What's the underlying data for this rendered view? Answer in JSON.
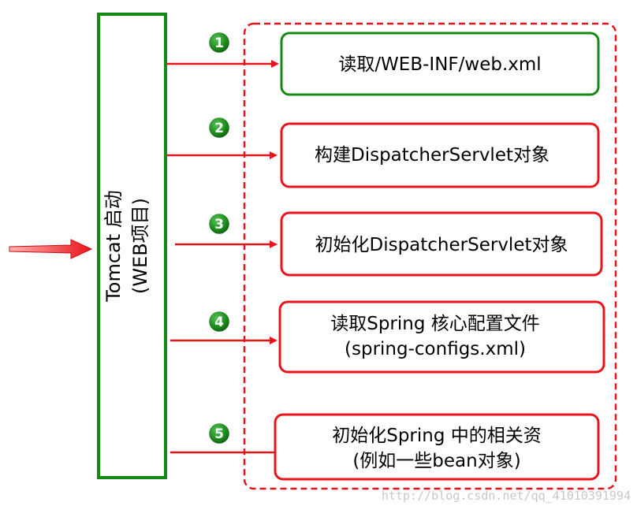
{
  "start_box": {
    "line1": "Tomcat 启动",
    "line2": "(WEB项目)"
  },
  "steps": [
    {
      "number": "1",
      "lines": [
        "读取/WEB-INF/web.xml"
      ]
    },
    {
      "number": "2",
      "lines": [
        "构建DispatcherServlet对象"
      ]
    },
    {
      "number": "3",
      "lines": [
        "初始化DispatcherServlet对象"
      ]
    },
    {
      "number": "4",
      "lines": [
        "读取Spring 核心配置文件",
        "(spring-configs.xml)"
      ]
    },
    {
      "number": "5",
      "lines": [
        "初始化Spring 中的相关资",
        "(例如一些bean对象)"
      ]
    }
  ],
  "watermark": "http://blog.csdn.net/qq_41010391994",
  "colors": {
    "start_border": "#138a13",
    "first_step_border": "#138a13",
    "step_border": "#e8141b",
    "arrow": "#e8141b",
    "dashed_group": "#e8141b",
    "badge": "#1f8f1f"
  }
}
